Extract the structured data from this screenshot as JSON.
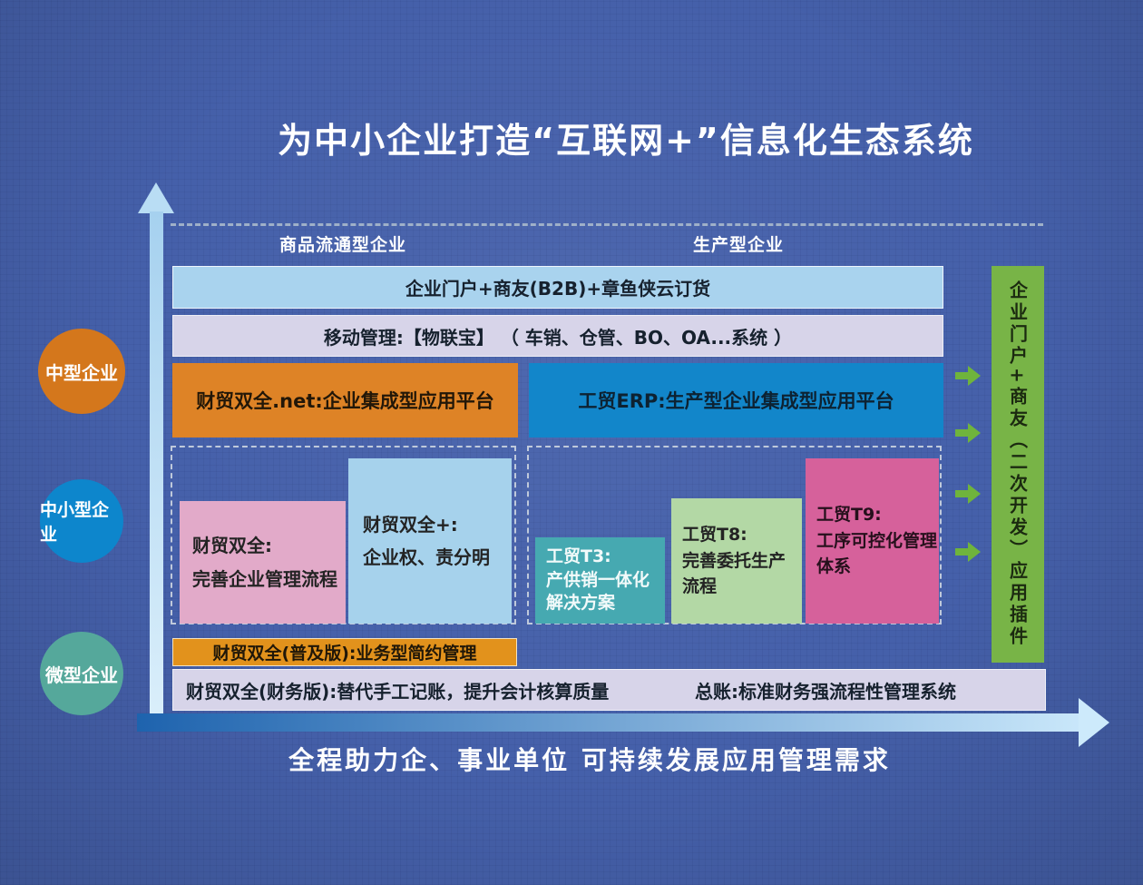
{
  "title": "为中小企业打造“互联网+”信息化生态系统",
  "caption": "全程助力企、事业单位  可持续发展应用管理需求",
  "column_headers": {
    "trade": "商品流通型企业",
    "production": "生产型企业"
  },
  "bars": {
    "portal": "企业门户+商友(B2B)+章鱼侠云订货",
    "mobile": "移动管理:【物联宝】 （ 车销、仓管、BO、OA...系统 ）",
    "net_platform": "财贸双全.net:企业集成型应用平台",
    "erp_platform": "工贸ERP:生产型企业集成型应用平台",
    "popular": "财贸双全(普及版):业务型简约管理",
    "finance_left": "财贸双全(财务版):替代手工记账，提升会计核算质量",
    "finance_right": "总账:标准财务强流程性管理系统"
  },
  "inner_boxes": {
    "caimao": {
      "title": "财贸双全:",
      "body": "完善企业管理流程"
    },
    "caimao_plus": {
      "title": "财贸双全+:",
      "body": "企业权、责分明"
    },
    "t3": {
      "title": "工贸T3:",
      "body": "产供销一体化解决方案"
    },
    "t8": {
      "title": "工贸T8:",
      "body": "完善委托生产流程"
    },
    "t9": {
      "title": "工贸T9:",
      "body": "工序可控化管理体系"
    }
  },
  "side_panel": {
    "label": "企业门户+商友（二次开发）应用插件"
  },
  "circles": [
    {
      "label": "中型企业",
      "color": "#d4771c"
    },
    {
      "label": "中小型企业",
      "color": "#0d86cc"
    },
    {
      "label": "微型企业",
      "color": "#55a89b"
    }
  ],
  "colors": {
    "background": "#4560aa",
    "portal_bar": "#a9d3ee",
    "mobile_bar": "#d7d4e9",
    "net_box": "#de8326",
    "erp_box": "#1286ca",
    "caimao_box": "#e2aac9",
    "caimao_plus_box": "#a6d2ec",
    "t3_box": "#46a9b1",
    "t8_box": "#b3d8a5",
    "t9_box": "#d6619b",
    "popular_bar": "#e2921c",
    "finance_bar": "#d7d4e9",
    "side_panel": "#78b447",
    "flow_arrow": "#6fb43c",
    "axis_light": "#b9ddf4",
    "title_text": "#ffffff"
  }
}
